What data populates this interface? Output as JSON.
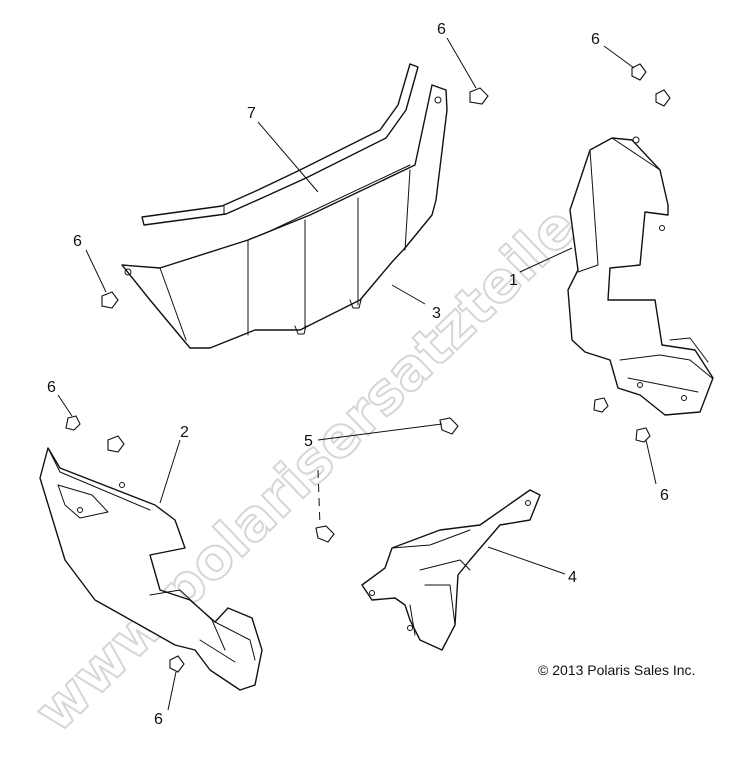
{
  "watermark": "www.polarisersatzteile.de",
  "copyright": "© 2013 Polaris Sales Inc.",
  "callouts": {
    "c1": "1",
    "c2": "2",
    "c3": "3",
    "c4": "4",
    "c5": "5",
    "c6": "6",
    "c7": "7"
  },
  "colors": {
    "line": "#111111",
    "watermark_outline": "#cfcfcf",
    "background": "#ffffff"
  }
}
